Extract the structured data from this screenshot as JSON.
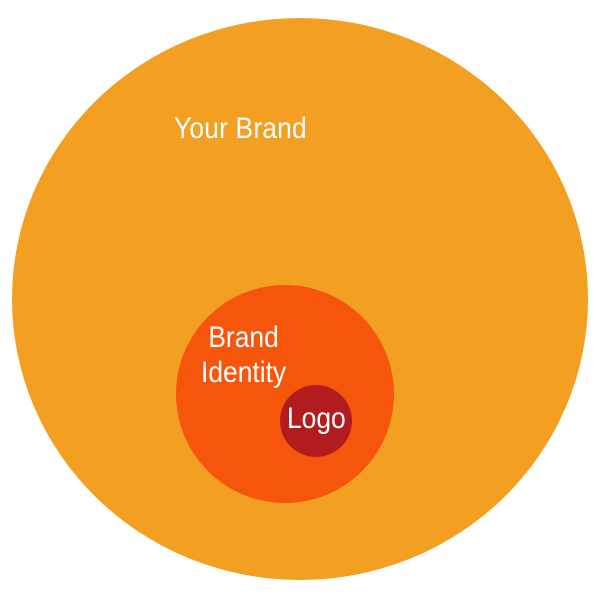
{
  "diagram": {
    "outer": {
      "label": "Your Brand",
      "color": "#f29f22"
    },
    "middle": {
      "label_line1": "Brand",
      "label_line2": "Identity",
      "color": "#f6560c"
    },
    "inner": {
      "label": "Logo",
      "color": "#b31c1f"
    },
    "text_color": "#ffffff"
  }
}
